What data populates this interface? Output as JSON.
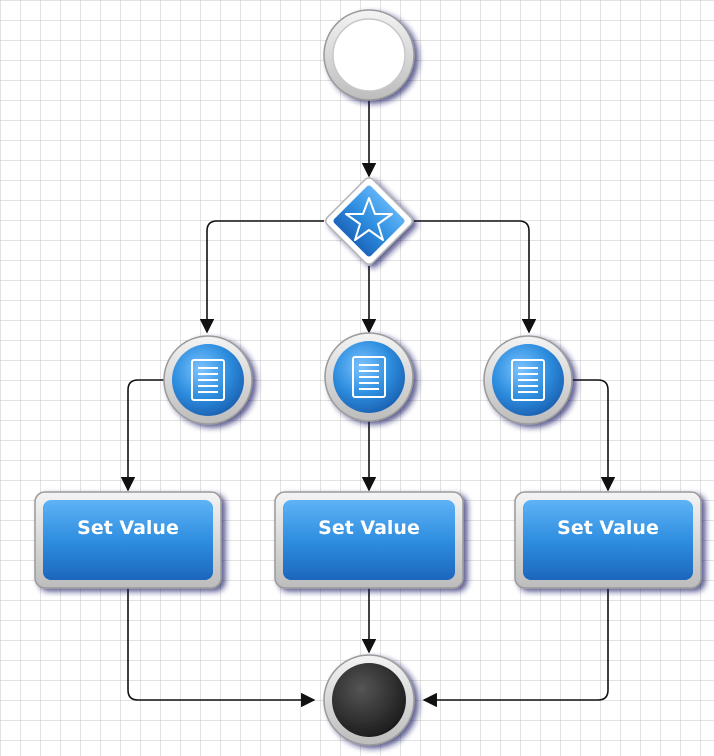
{
  "diagram": {
    "type": "process-flow",
    "nodes": [
      {
        "id": "start",
        "kind": "start-event",
        "icon": "empty-circle-icon"
      },
      {
        "id": "gateway",
        "kind": "gateway",
        "icon": "star-icon"
      },
      {
        "id": "doc-left",
        "kind": "document-event",
        "icon": "document-icon"
      },
      {
        "id": "doc-center",
        "kind": "document-event",
        "icon": "document-icon"
      },
      {
        "id": "doc-right",
        "kind": "document-event",
        "icon": "document-icon"
      },
      {
        "id": "task-left",
        "kind": "task",
        "label": "Set Value"
      },
      {
        "id": "task-center",
        "kind": "task",
        "label": "Set Value"
      },
      {
        "id": "task-right",
        "kind": "task",
        "label": "Set Value"
      },
      {
        "id": "end",
        "kind": "end-event"
      }
    ],
    "edges": [
      {
        "from": "start",
        "to": "gateway"
      },
      {
        "from": "gateway",
        "to": "doc-left"
      },
      {
        "from": "gateway",
        "to": "doc-center"
      },
      {
        "from": "gateway",
        "to": "doc-right"
      },
      {
        "from": "doc-left",
        "to": "task-left"
      },
      {
        "from": "doc-center",
        "to": "task-center"
      },
      {
        "from": "doc-right",
        "to": "task-right"
      },
      {
        "from": "task-left",
        "to": "end"
      },
      {
        "from": "task-center",
        "to": "end"
      },
      {
        "from": "task-right",
        "to": "end"
      }
    ],
    "colors": {
      "node_blue": "#2f8fe0",
      "node_blue_dark": "#1a5fb0",
      "connector": "#111111",
      "end_fill": "#2b2b2b",
      "grid": "#bebebe"
    }
  }
}
